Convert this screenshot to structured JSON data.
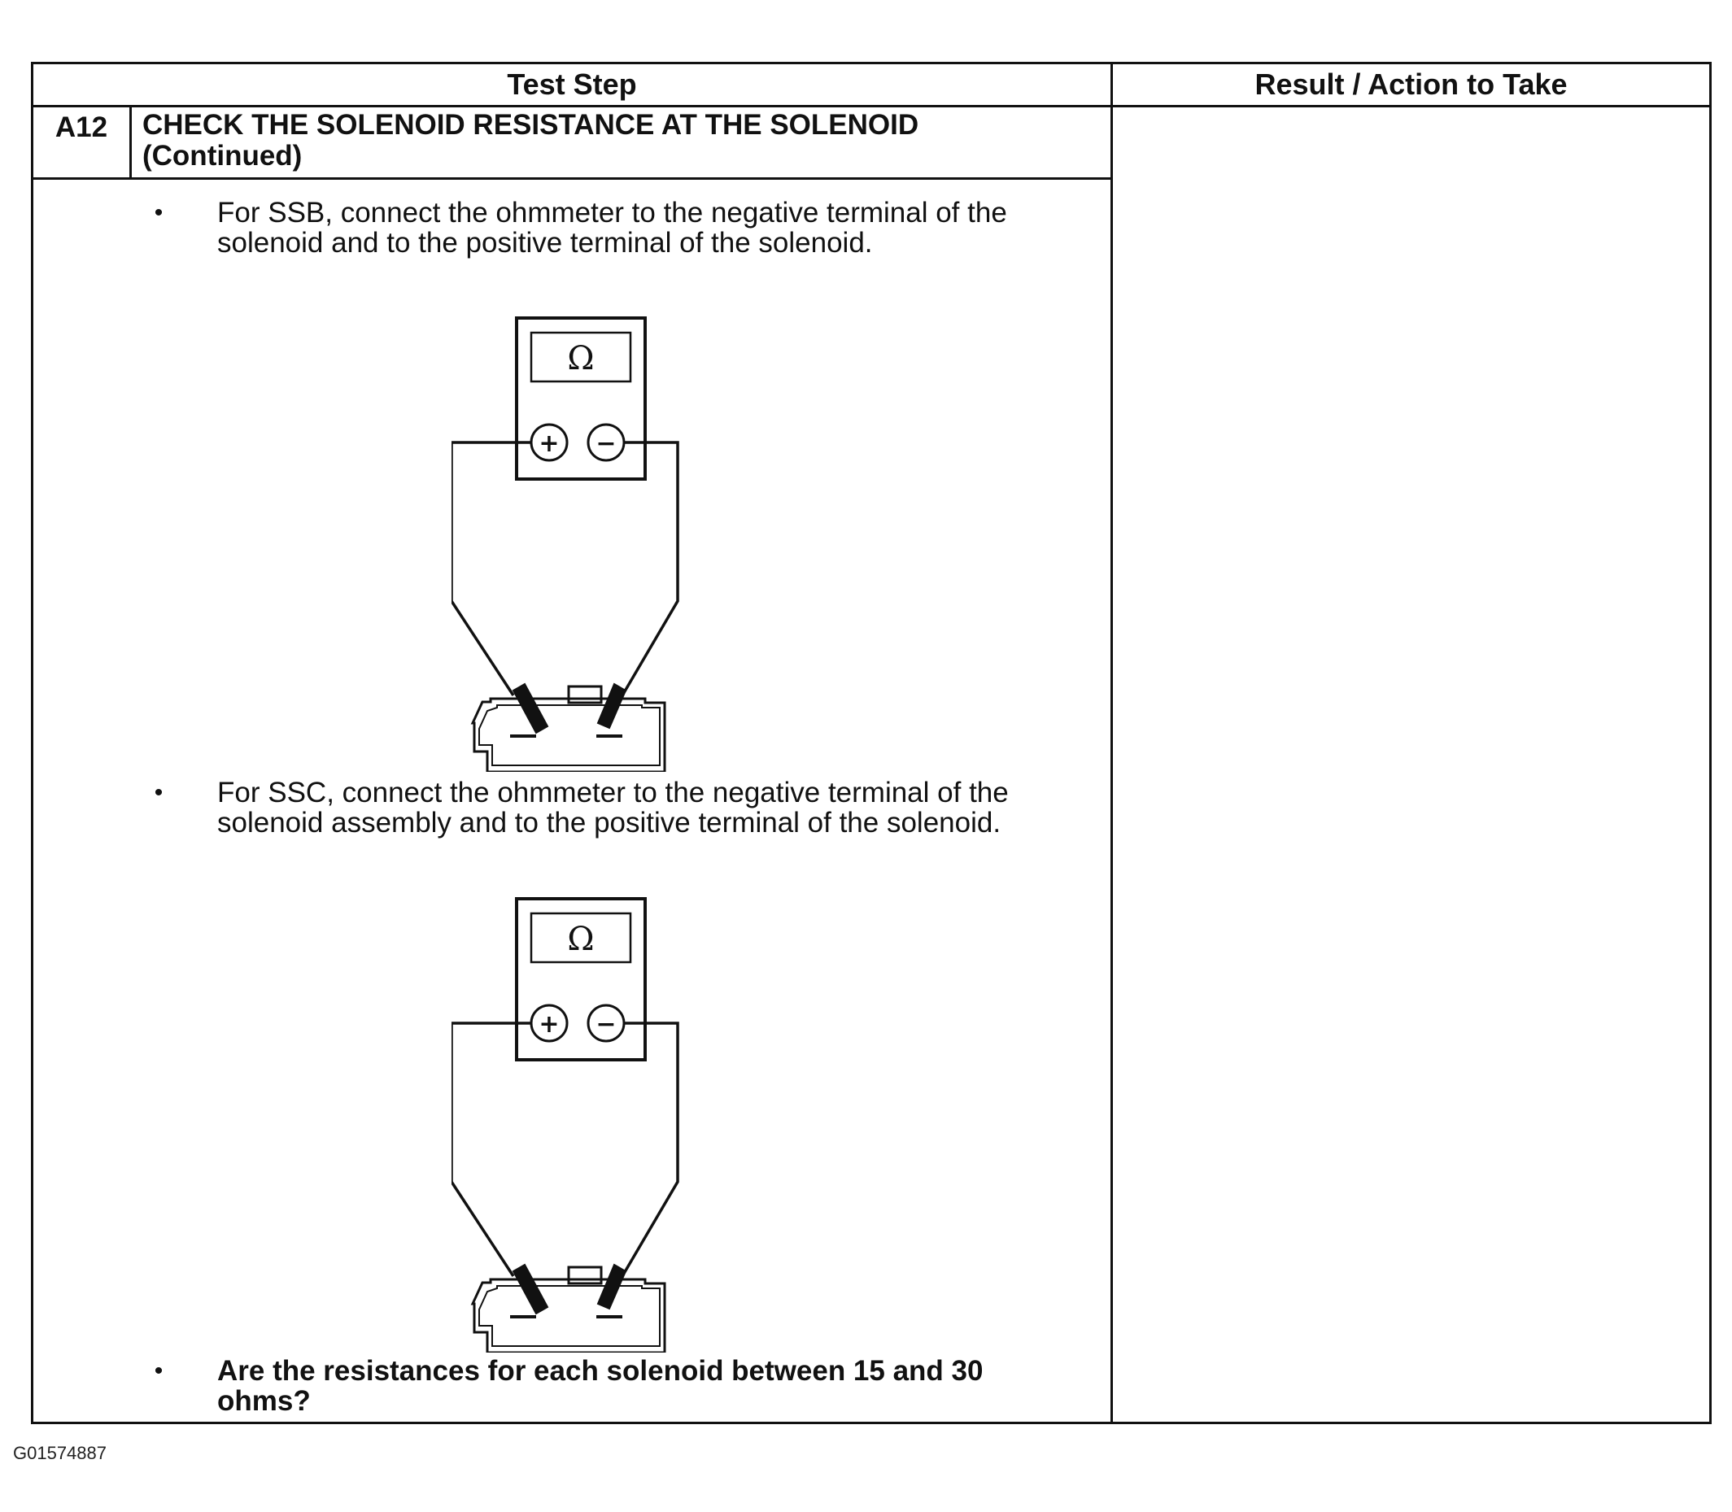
{
  "table": {
    "headers": {
      "test_step": "Test Step",
      "result_action": "Result / Action to Take"
    },
    "step": {
      "id": "A12",
      "title": "CHECK THE SOLENOID RESISTANCE AT THE SOLENOID\n(Continued)"
    },
    "bullets": [
      {
        "text": "For SSB, connect the ohmmeter to the negative terminal of the\nsolenoid and to the positive terminal of the solenoid."
      },
      {
        "text": "For SSC, connect the ohmmeter to the negative terminal of the\nsolenoid assembly and to the positive terminal of the solenoid."
      },
      {
        "text": "Are the resistances for each solenoid between 15 and 30\nohms?"
      }
    ],
    "diagram": {
      "meter_symbol": "Ω",
      "positive_symbol": "+",
      "negative_symbol": "−"
    }
  },
  "figure_code": "G01574887"
}
